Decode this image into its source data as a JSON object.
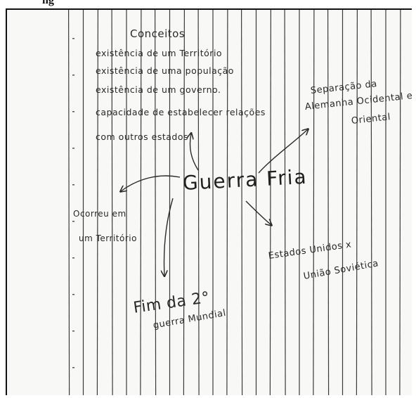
{
  "cropped_heading": "ng",
  "notes": {
    "header": {
      "title": "Conceitos",
      "lines": [
        "existência de um Território",
        "existência de uma população",
        "existência de um governo.",
        "capacidade de estabelecer relações",
        "com outros estados"
      ]
    },
    "center": "Guerra Fria",
    "branches": {
      "right_top": [
        "Separação da",
        "Alemanha Ocidental e",
        "Oriental"
      ],
      "left": [
        "Ocorreu em",
        "um Território"
      ],
      "right_bottom": [
        "Estados Unidos x",
        "União Soviética"
      ],
      "bottom": [
        "Fim da 2°",
        "guerra Mundial"
      ]
    }
  },
  "colors": {
    "paper": "#f8f8f6",
    "rule_line": "#3a3a3a",
    "ink": "#2a2a2a"
  }
}
